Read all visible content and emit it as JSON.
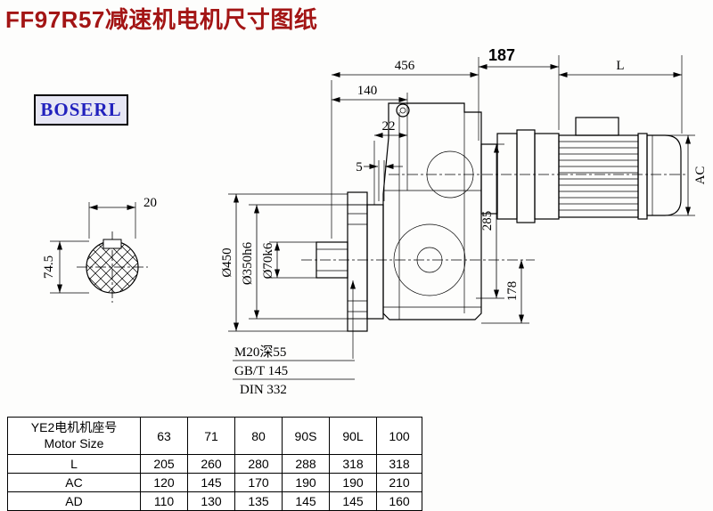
{
  "page": {
    "title": "FF97R57减速机电机尺寸图纸",
    "brand": "BOSERL"
  },
  "colors": {
    "title_red": "#a31515",
    "brand_blue": "#2121bd",
    "line": "#000000"
  },
  "drawing": {
    "dim_456": "456",
    "dim_187": "187",
    "dim_L": "L",
    "dim_140": "140",
    "dim_22": "22",
    "dim_5": "5",
    "dim_AC": "AC",
    "dim_285": "285",
    "dim_178": "178",
    "dim_20": "20",
    "dim_74_5": "74.5",
    "dia_450": "Ø450",
    "dia_350": "Ø350h6",
    "dia_70": "Ø70k6",
    "note_1": "M20深55",
    "note_2": "GB/T 145",
    "note_3": "DIN 332"
  },
  "table": {
    "row_header_cn": "YE2电机机座号",
    "row_header_en": "Motor Size",
    "sizes": [
      "63",
      "71",
      "80",
      "90S",
      "90L",
      "100"
    ],
    "rows": [
      {
        "label": "L",
        "values": [
          "205",
          "260",
          "280",
          "288",
          "318",
          "318"
        ]
      },
      {
        "label": "AC",
        "values": [
          "120",
          "145",
          "170",
          "190",
          "190",
          "210"
        ]
      },
      {
        "label": "AD",
        "values": [
          "110",
          "130",
          "135",
          "145",
          "145",
          "160"
        ]
      }
    ]
  }
}
